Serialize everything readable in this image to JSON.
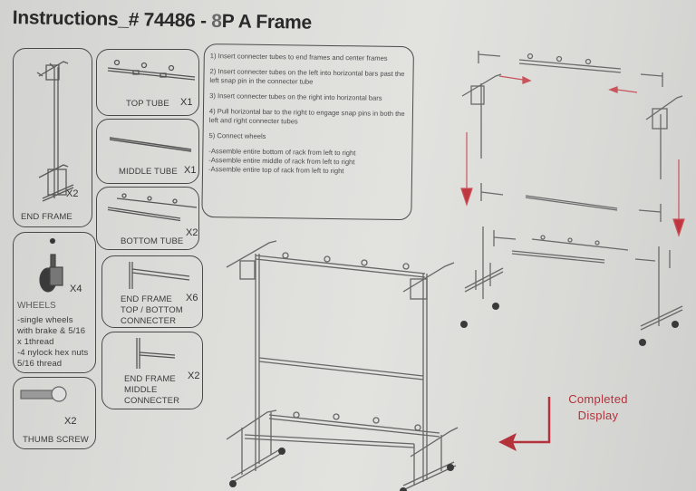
{
  "title": {
    "prefix": "Instructions_# 74486 - ",
    "faded": "8",
    "suffix": "P A Frame"
  },
  "parts": [
    {
      "id": "end-frame",
      "label": "END FRAME",
      "qty": "X2"
    },
    {
      "id": "top-tube",
      "label": "TOP TUBE",
      "qty": "X1"
    },
    {
      "id": "middle-tube",
      "label": "MIDDLE TUBE",
      "qty": "X1"
    },
    {
      "id": "bottom-tube",
      "label": "BOTTOM TUBE",
      "qty": "X2"
    },
    {
      "id": "wheels",
      "label": "WHEELS",
      "qty": "X4",
      "notes": [
        "-single wheels",
        "with brake & 5/16",
        "x 1thread",
        "-4 nylock hex nuts",
        "5/16 thread"
      ]
    },
    {
      "id": "end-frame-top-bottom-connecter",
      "label_lines": [
        "END FRAME",
        "TOP / BOTTOM",
        "CONNECTER"
      ],
      "qty": "X6"
    },
    {
      "id": "end-frame-middle-connecter",
      "label_lines": [
        "END FRAME",
        "MIDDLE",
        "CONNECTER"
      ],
      "qty": "X2"
    },
    {
      "id": "thumb-screw",
      "label": "THUMB SCREW",
      "qty": "X2"
    }
  ],
  "instructions": {
    "steps": [
      "1) Insert connecter tubes to end frames and center frames",
      "2) Insert connecter tubes on the left into horizontal bars past the left snap pin in the connecter tube",
      "3) Insert connecter tubes on the right into horizontal bars",
      "4) Pull horizontal bar to the right to engage snap pins in both the left and right connecter tubes",
      "5) Connect wheels"
    ],
    "notes": [
      "-Assemble entire bottom of rack from left to right",
      "-Assemble entire middle of rack from left to right",
      "-Assemble entire top of rack from left to right"
    ]
  },
  "completed": {
    "line1": "Completed",
    "line2": "Display",
    "arrow_color": "#b3323c"
  },
  "colors": {
    "line": "#4a4a4a",
    "accent_red": "#c03a44",
    "paper": "#dcdcd9"
  }
}
